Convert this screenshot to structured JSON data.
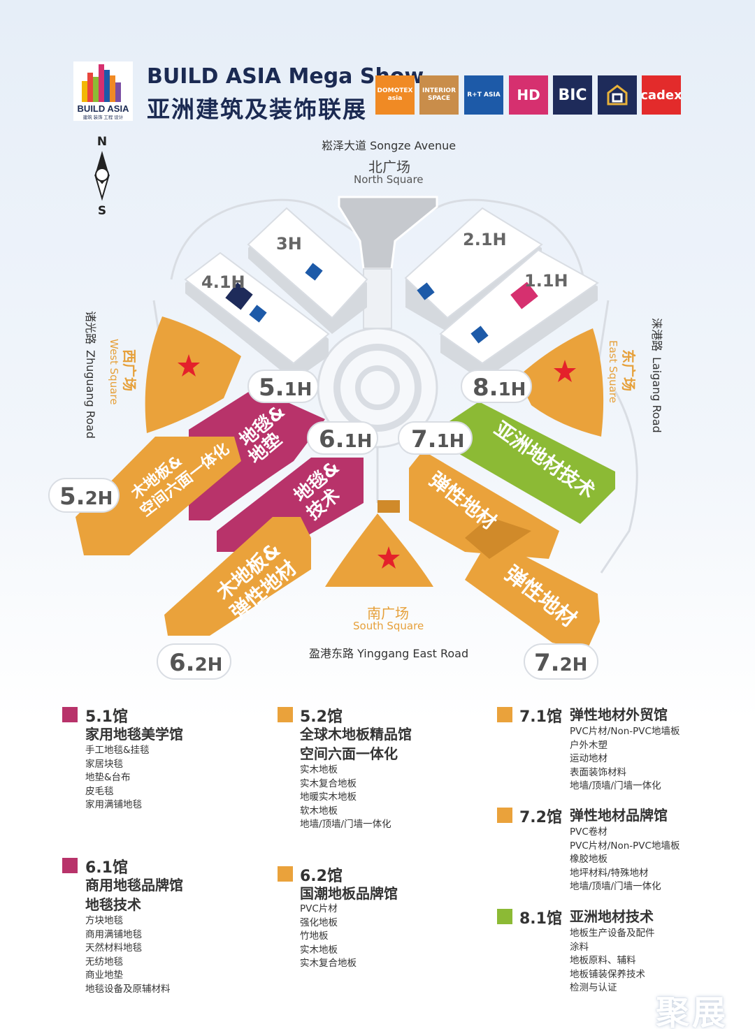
{
  "header": {
    "logo_text": "BUILD ASIA",
    "logo_sub": "建筑 装饰 工程 设计",
    "title_en": "BUILD ASIA Mega Show",
    "title_cn": "亚洲建筑及装饰联展",
    "brands": [
      {
        "name": "DOMOTEX asia",
        "color": "#f08a24"
      },
      {
        "name": "INTERIOR SPACE",
        "color": "#c98d4a"
      },
      {
        "name": "R+T ASIA",
        "color": "#1d5aa8"
      },
      {
        "name": "HD",
        "color": "#d6306f"
      },
      {
        "name": "BIC",
        "color": "#1e2b5a"
      },
      {
        "name": "logo",
        "color": "#1e2b5a"
      },
      {
        "name": "cadex",
        "color": "#e32b2b"
      }
    ]
  },
  "compass": {
    "north": "N",
    "south": "S"
  },
  "roads": {
    "north": "崧泽大道 Songze Avenue",
    "south": "盈港东路 Yinggang East Road",
    "west_cn": "诸光路",
    "west_en": "Zhuguang Road",
    "east_cn": "涞港路",
    "east_en": "Laigang Road"
  },
  "squares": {
    "north_cn": "北广场",
    "north_en": "North Square",
    "south_cn": "南广场",
    "south_en": "South Square",
    "west_cn": "西广场",
    "west_en": "West Square",
    "east_cn": "东广场",
    "east_en": "East Square"
  },
  "map": {
    "halls": {
      "h3": "3H",
      "h21": "2.1H",
      "h41": "4.1H",
      "h11": "1.1H",
      "h51": {
        "big": "5.",
        "small": "1H"
      },
      "h52": {
        "big": "5.",
        "small": "2H"
      },
      "h61": {
        "big": "6.",
        "small": "1H"
      },
      "h62": {
        "big": "6.",
        "small": "2H"
      },
      "h71": {
        "big": "7.",
        "small": "1H"
      },
      "h72": {
        "big": "7.",
        "small": "2H"
      },
      "h81": {
        "big": "8.",
        "small": "1H"
      }
    },
    "zone_text": {
      "h51": [
        "地毯&",
        "地垫"
      ],
      "h52": [
        "木地板&",
        "空间六面一体化"
      ],
      "h61": [
        "地毯&",
        "技术"
      ],
      "h62": [
        "木地板&",
        "弹性地材"
      ],
      "h71": [
        "弹性地材"
      ],
      "h72": [
        "弹性地材"
      ],
      "h81": [
        "亚洲地材技术"
      ]
    },
    "colors": {
      "magenta": "#b8336a",
      "orange": "#eaa23b",
      "green": "#8cba35",
      "building": "#ffffff",
      "outline": "#d9dde3",
      "star": "#e4212b"
    }
  },
  "legend": [
    {
      "hall": "5.1馆",
      "color": "#b8336a",
      "titles": [
        "家用地毯美学馆"
      ],
      "items": [
        "手工地毯&挂毯",
        "家居块毯",
        "地垫&台布",
        "皮毛毯",
        "家用满铺地毯"
      ]
    },
    {
      "hall": "6.1馆",
      "color": "#b8336a",
      "titles": [
        "商用地毯品牌馆",
        "地毯技术"
      ],
      "items": [
        "方块地毯",
        "商用满铺地毯",
        "天然材料地毯",
        "无纺地毯",
        "商业地垫",
        "地毯设备及原辅材料"
      ]
    },
    {
      "hall": "5.2馆",
      "color": "#eaa23b",
      "titles": [
        "全球木地板精品馆",
        "空间六面一体化"
      ],
      "items": [
        "实木地板",
        "实木复合地板",
        "地暖实木地板",
        "软木地板",
        "地墙/顶墙/门墙一体化"
      ]
    },
    {
      "hall": "6.2馆",
      "color": "#eaa23b",
      "titles": [
        "国潮地板品牌馆"
      ],
      "items": [
        "PVC片材",
        "强化地板",
        "竹地板",
        "实木地板",
        "实木复合地板"
      ]
    },
    {
      "hall": "7.1馆",
      "color": "#eaa23b",
      "titles": [
        "弹性地材外贸馆"
      ],
      "items": [
        "PVC片材/Non-PVC地墙板",
        "户外木塑",
        "运动地材",
        "表面装饰材料",
        "地墙/顶墙/门墙一体化"
      ]
    },
    {
      "hall": "7.2馆",
      "color": "#eaa23b",
      "titles": [
        "弹性地材品牌馆"
      ],
      "items": [
        "PVC卷材",
        "PVC片材/Non-PVC地墙板",
        "橡胶地板",
        "地坪材料/特殊地材",
        "地墙/顶墙/门墙一体化"
      ]
    },
    {
      "hall": "8.1馆",
      "color": "#8cba35",
      "titles": [
        "亚洲地材技术"
      ],
      "items": [
        "地板生产设备及配件",
        "涂料",
        "地板原料、辅料",
        "地板铺装保养技术",
        "检测与认证"
      ]
    }
  ],
  "watermark": "聚展"
}
